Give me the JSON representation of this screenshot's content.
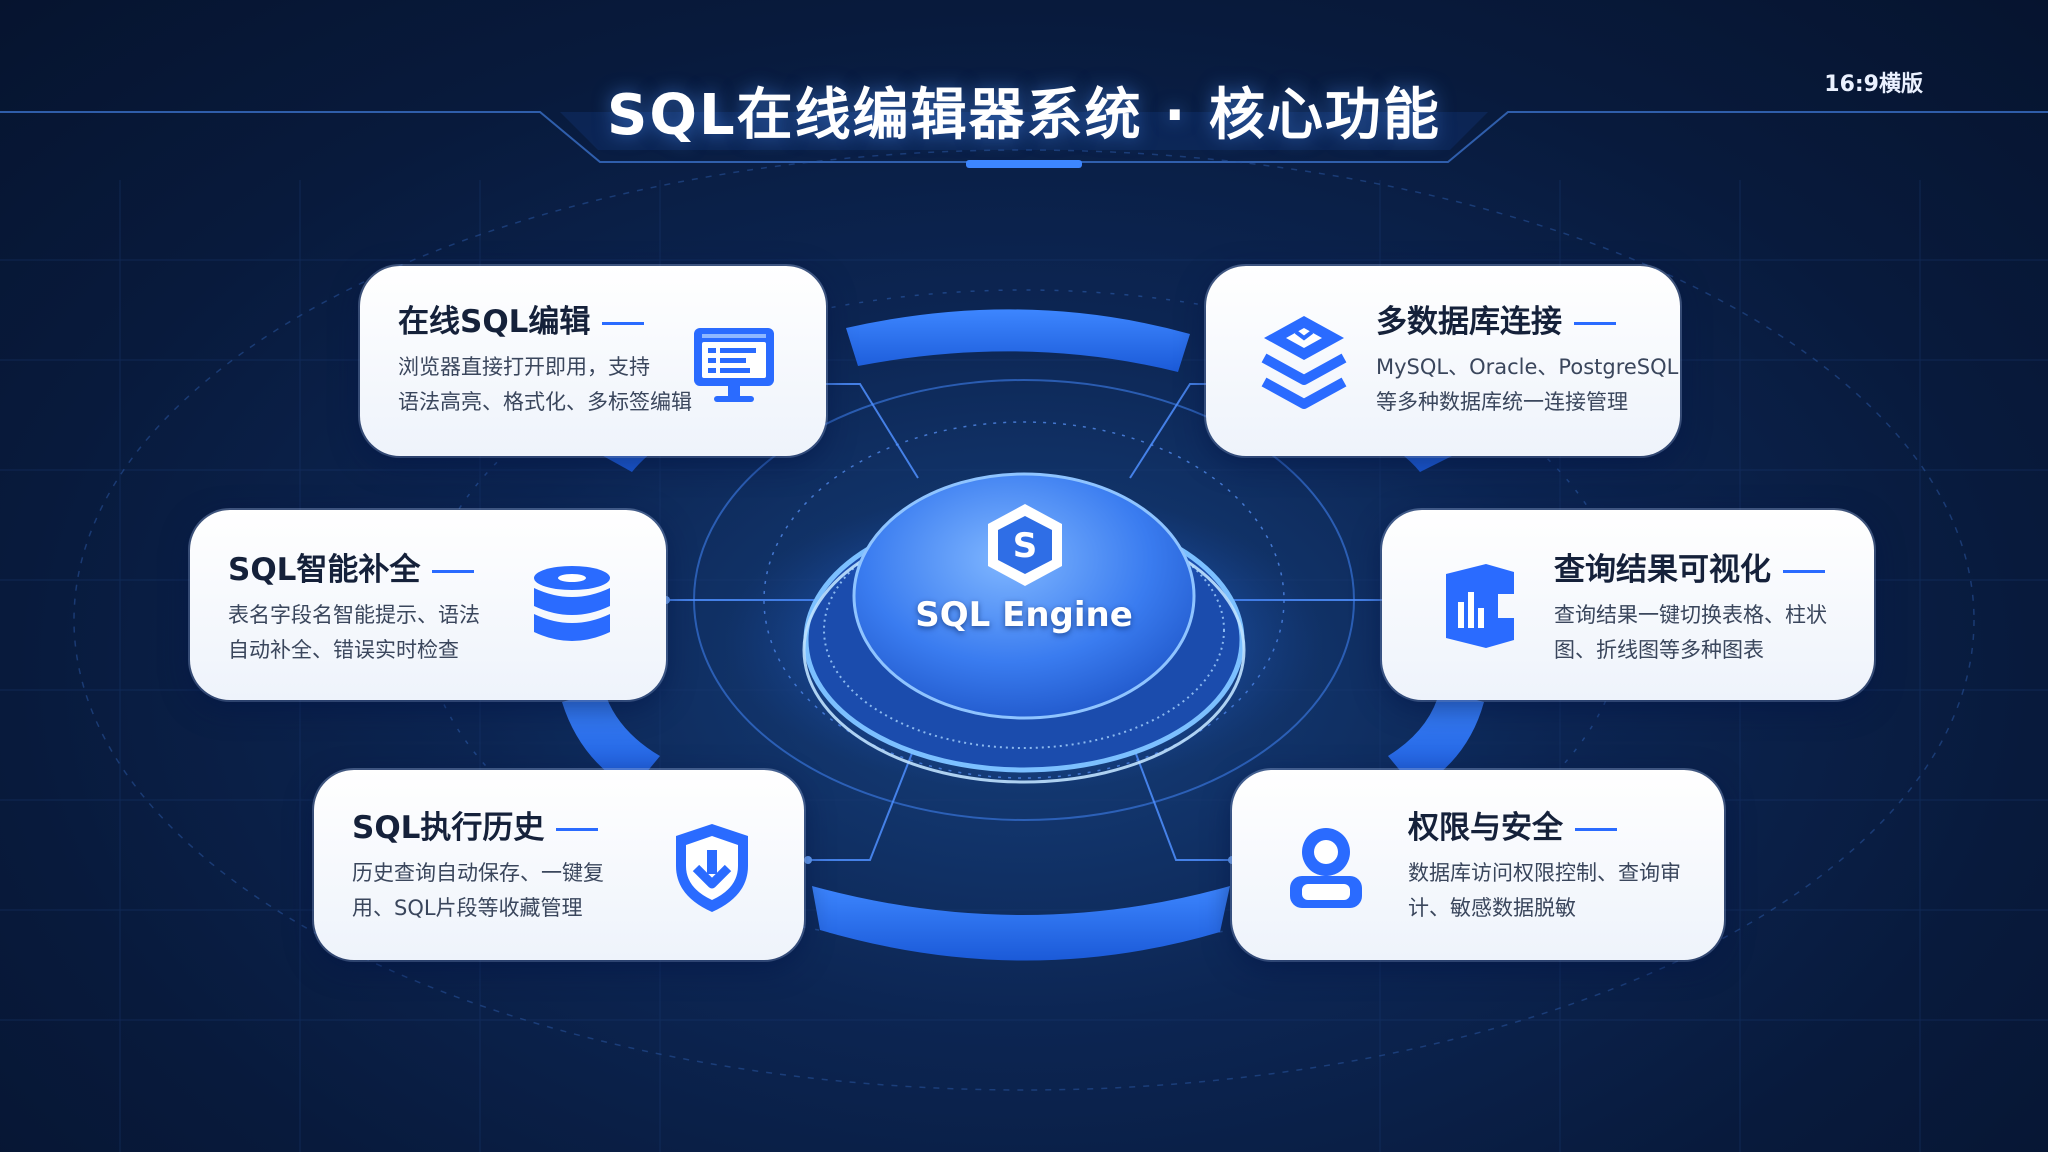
{
  "header": {
    "title": "SQL在线编辑器系统 · 核心功能",
    "badge": "16:9横版"
  },
  "hub": {
    "label": "SQL Engine",
    "icon": "hexagon-s-icon"
  },
  "features": [
    {
      "id": "online-edit",
      "title": "在线SQL编辑",
      "lines": [
        "浏览器直接打开即用，支持",
        "语法高亮、格式化、多标签编辑"
      ],
      "icon": "monitor-code-icon"
    },
    {
      "id": "multi-db",
      "title": "多数据库连接",
      "lines": [
        "MySQL、Oracle、PostgreSQL",
        "等多种数据库统一连接管理"
      ],
      "icon": "layers-icon"
    },
    {
      "id": "autocomplete",
      "title": "SQL智能补全",
      "lines": [
        "表名字段名智能提示、语法",
        "自动补全、错误实时检查"
      ],
      "icon": "database-icon"
    },
    {
      "id": "visualize",
      "title": "查询结果可视化",
      "lines": [
        "查询结果一键切换表格、柱状",
        "图、折线图等多种图表"
      ],
      "icon": "chart-tablet-icon"
    },
    {
      "id": "history",
      "title": "SQL执行历史",
      "lines": [
        "历史查询自动保存、一键复",
        "用、SQL片段等收藏管理"
      ],
      "icon": "shield-download-icon"
    },
    {
      "id": "security",
      "title": "权限与安全",
      "lines": [
        "数据库访问权限控制、查询审",
        "计、敏感数据脱敏"
      ],
      "icon": "user-lock-icon"
    }
  ],
  "colors": {
    "accent": "#2a6bff",
    "background": "#0a1f45",
    "card": "#ffffff",
    "title_text": "#15213a"
  }
}
